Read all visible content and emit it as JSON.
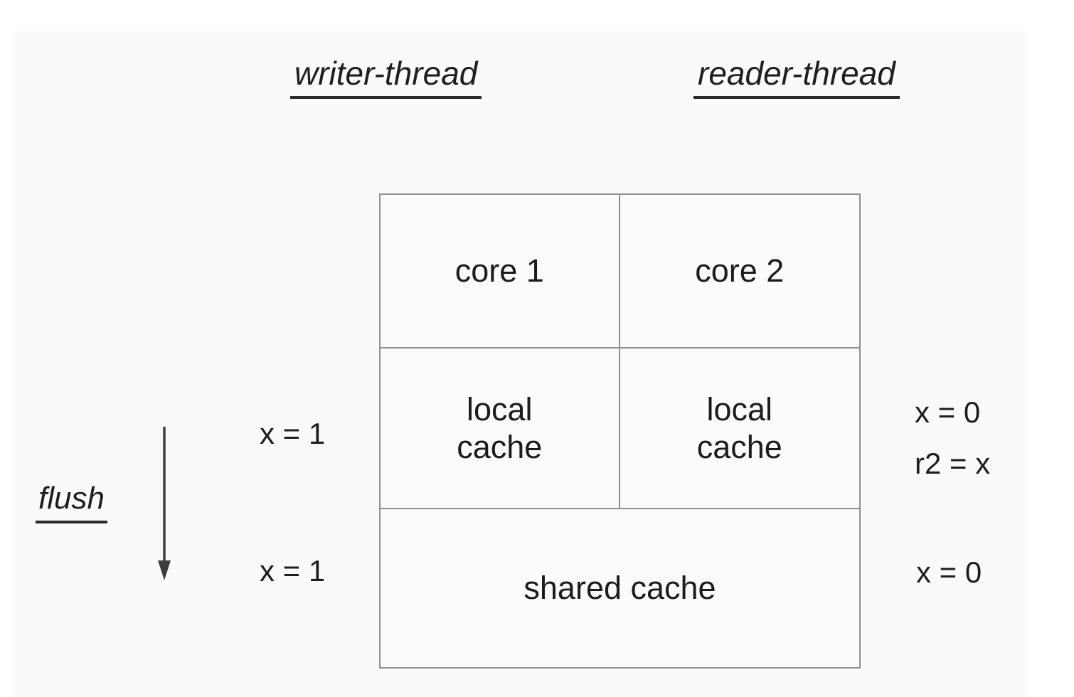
{
  "diagram": {
    "title_context": "cpu-core-cache-memory-visibility",
    "headers": {
      "writer": "writer-thread",
      "reader": "reader-thread"
    },
    "table": {
      "core1": "core 1",
      "core2": "core 2",
      "local_cache_writer": "local cache",
      "local_cache_reader": "local cache",
      "shared_cache": "shared cache"
    },
    "writer_side": {
      "local_value": "x = 1",
      "shared_value": "x = 1",
      "flush": "flush"
    },
    "reader_side": {
      "local_value": "x = 0",
      "read_statement": "r2 = x",
      "shared_value": "x = 0"
    },
    "colors": {
      "page_background": "#ffffff",
      "slide_background": "#fafafa",
      "table_border": "#8f8f8f",
      "text": "#1e1e1e",
      "arrow": "#3d3d3d"
    }
  }
}
